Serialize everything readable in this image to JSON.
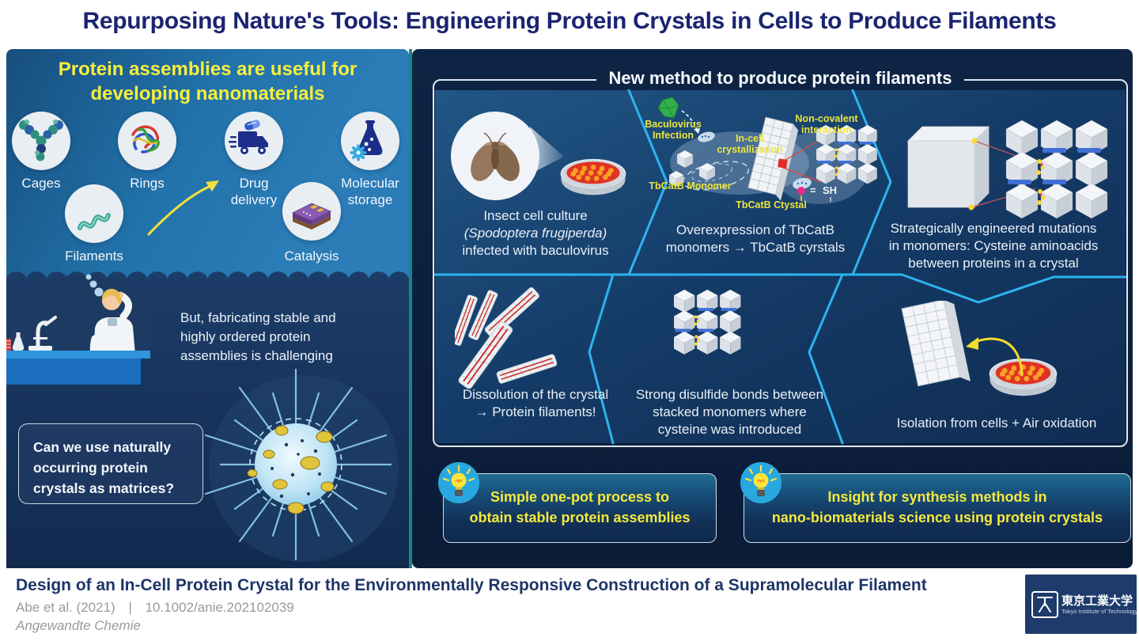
{
  "title": "Repurposing Nature's Tools: Engineering Protein Crystals in Cells to Produce Filaments",
  "colors": {
    "accent_yellow": "#f5e93e",
    "accent_cyan": "#2db3ef",
    "panel_blue": "#2b7cb7",
    "deep_navy": "#0c1f3d",
    "title_navy": "#1a2470",
    "petri_red": "#e23222",
    "crystal_band_blue": "#3f6fd6"
  },
  "intro": {
    "heading_lines": [
      "Protein assemblies are useful for",
      "developing nanomaterials"
    ],
    "applications": [
      {
        "label": "Cages",
        "icon": "antibody-icon"
      },
      {
        "label": "Rings",
        "icon": "protein-ring-icon"
      },
      {
        "label": "Drug delivery",
        "icon": "delivery-truck-icon"
      },
      {
        "label": "Molecular storage",
        "icon": "flask-gear-icon"
      },
      {
        "label": "Filaments",
        "icon": "helix-ribbon-icon"
      },
      {
        "label": "Catalysis",
        "icon": "catalyst-chip-icon"
      }
    ],
    "challenge_lines": [
      "But, fabricating stable and",
      "highly ordered protein",
      "assemblies is challenging"
    ],
    "question_lines": [
      "Can we use naturally",
      "occurring protein",
      "crystals as matrices?"
    ]
  },
  "method": {
    "heading": "New method to produce protein filaments",
    "steps": [
      {
        "id": "insect-cell-culture",
        "lines": [
          "Insect cell culture",
          "(Spodoptera frugiperda)",
          "infected with baculovirus"
        ]
      },
      {
        "id": "overexpression",
        "lines": [
          "Overexpression of TbCatB",
          "monomers → TbCatB cyrstals"
        ],
        "labels": {
          "baculovirus": "Baculovirus Infection",
          "in_cell": "In-cell crystallization",
          "monomer": "TbCatB Monomer",
          "crystal": "TbCatB Ctystal",
          "non_covalent": "Non-covalent interaction",
          "equals": "=",
          "sh": "SH"
        }
      },
      {
        "id": "engineered-mutations",
        "lines": [
          "Strategically engineered mutations",
          "in monomers: Cysteine aminoacids",
          "between proteins in a crystal"
        ]
      },
      {
        "id": "dissolution",
        "lines": [
          "Dissolution of the crystal",
          "→ Protein filaments!"
        ]
      },
      {
        "id": "disulfide-bonds",
        "lines": [
          "Strong disulfide bonds between",
          "stacked monomers where",
          "cysteine was introduced"
        ]
      },
      {
        "id": "isolation",
        "lines": [
          "Isolation from cells + Air oxidation"
        ]
      }
    ],
    "takeaways": [
      {
        "lines": [
          "Simple one-pot process to",
          "obtain stable protein assemblies"
        ]
      },
      {
        "lines": [
          "Insight for synthesis methods in",
          "nano-biomaterials science using protein crystals"
        ]
      }
    ]
  },
  "footer": {
    "paper_title": "Design of an In-Cell Protein Crystal for the Environmentally Responsive Construction of a Supramolecular Filament",
    "authors": "Abe et al. (2021)",
    "divider": "|",
    "doi": "10.1002/anie.202102039",
    "journal": "Angewandte Chemie",
    "logo_jp": "東京工業大学",
    "logo_en": "Tokyo Institute of Technology"
  }
}
